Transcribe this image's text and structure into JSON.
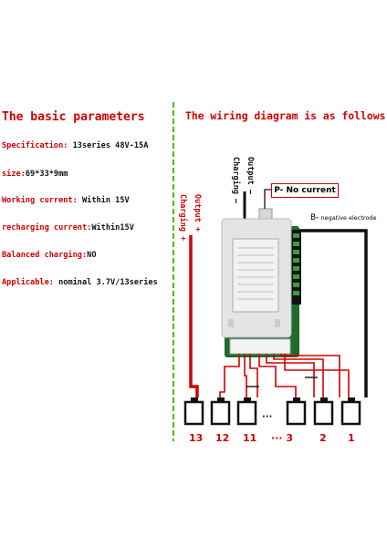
{
  "left": {
    "title": "The basic parameters",
    "params": [
      {
        "label": "Specification: ",
        "value": "13series 48V-15A"
      },
      {
        "label": "size:",
        "value": "69*33*9mm"
      },
      {
        "label": "Working current: ",
        "value": "Within 15V"
      },
      {
        "label": "recharging current:",
        "value": "Within15V"
      },
      {
        "label": "Balanced charging:",
        "value": "NO"
      },
      {
        "label": "Applicable: ",
        "value": "nominal 3.7V/13series"
      }
    ]
  },
  "right": {
    "title": "The wiring diagram is as follows",
    "output_charging_top": "Output –",
    "charging_top": "Charging –",
    "output_left": "Output +",
    "charging_left": "Charging +",
    "p_label": "P- No current",
    "b_label": "B-",
    "b_sub": " negative electrode",
    "cell_numbers": [
      "13",
      "12",
      "11",
      "··· 3",
      "2",
      "1"
    ],
    "dots": "···"
  },
  "colors": {
    "accent_red": "#d40000",
    "divider_green": "#4fb80e",
    "board_green": "#1f6b2a"
  }
}
